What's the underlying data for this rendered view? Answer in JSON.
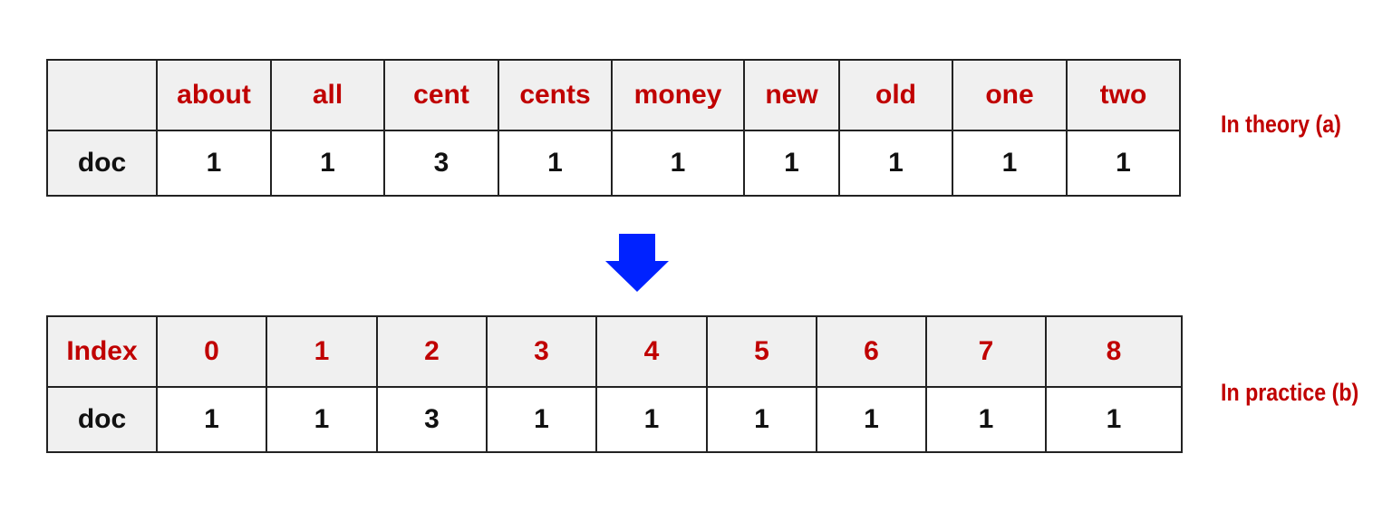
{
  "table_a": {
    "header_corner": "",
    "headers": [
      "about",
      "all",
      "cent",
      "cents",
      "money",
      "new",
      "old",
      "one",
      "two"
    ],
    "row_label": "doc",
    "values": [
      "1",
      "1",
      "3",
      "1",
      "1",
      "1",
      "1",
      "1",
      "1"
    ]
  },
  "table_b": {
    "header_corner": "Index",
    "headers": [
      "0",
      "1",
      "2",
      "3",
      "4",
      "5",
      "6",
      "7",
      "8"
    ],
    "row_label": "doc",
    "values": [
      "1",
      "1",
      "3",
      "1",
      "1",
      "1",
      "1",
      "1",
      "1"
    ]
  },
  "labels": {
    "a": "In theory (a)",
    "b": "In practice (b)"
  },
  "colors": {
    "header_text": "#c00000",
    "arrow": "#0022ff",
    "label_text": "#c00000"
  },
  "icons": {
    "arrow": "down-arrow-icon"
  }
}
